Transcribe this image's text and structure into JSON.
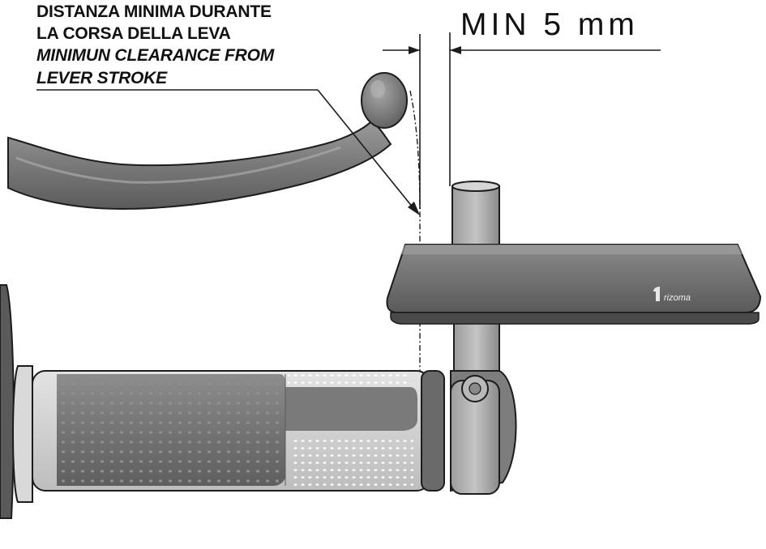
{
  "callout": {
    "lines": [
      "DISTANZA MINIMA DURANTE",
      "LA CORSA DELLA LEVA",
      "MINIMUN CLEARANCE FROM",
      "LEVER STROKE"
    ]
  },
  "dimension": {
    "label": "MIN 5 mm"
  },
  "mirror": {
    "brand": "rizoma"
  },
  "colors": {
    "part_dark": "#6b6b6b",
    "part_mid": "#858585",
    "part_light": "#c8c8c8",
    "outline": "#1c1c1c"
  }
}
